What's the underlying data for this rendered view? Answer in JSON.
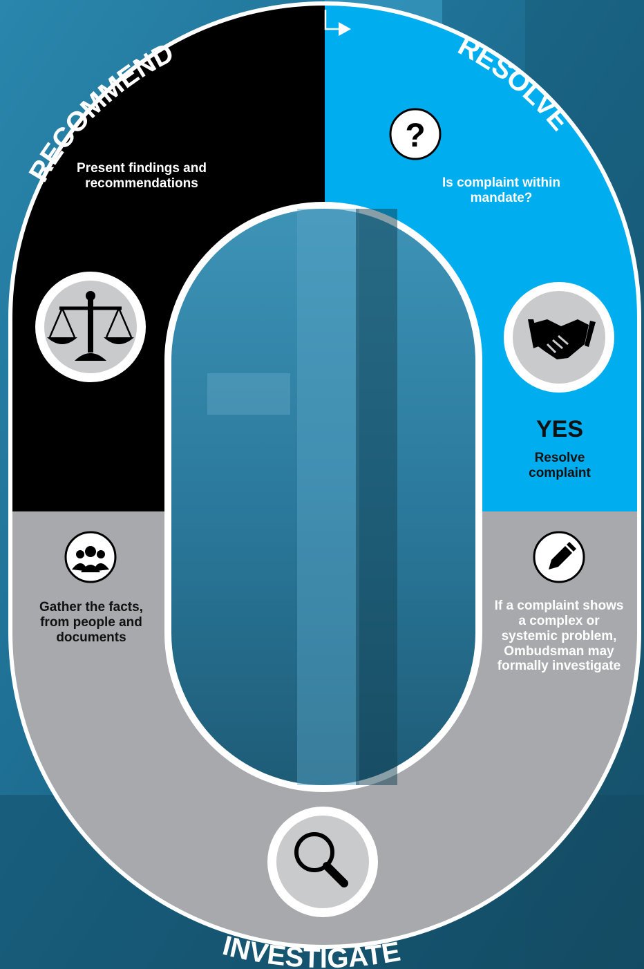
{
  "stages": {
    "recommend": {
      "label": "RECOMMEND",
      "text": "Present findings and recommendations",
      "icon": "scales-of-justice-icon"
    },
    "resolve": {
      "label": "RESOLVE",
      "question_text": "Is complaint within mandate?",
      "question_icon": "question-mark-icon",
      "handshake_icon": "handshake-icon",
      "yes_label": "YES",
      "yes_text": "Resolve complaint"
    },
    "gather": {
      "text": "Gather the facts, from people and documents",
      "icon": "group-of-people-icon"
    },
    "investigate_condition": {
      "text": "If a complaint shows a complex or systemic problem, Ombudsman may formally investigate",
      "icon": "pencil-icon"
    },
    "investigate": {
      "label": "INVESTIGATE",
      "icon": "magnifying-glass-icon"
    },
    "start_arrow_icon": "corner-arrow-icon"
  },
  "colors": {
    "recommend_fill": "#000000",
    "resolve_fill": "#00aeef",
    "investigate_fill": "#a7a9ac",
    "ring_border": "#ffffff",
    "background_blue": "#1f6f93",
    "icon_disc": "#c9cacc"
  }
}
